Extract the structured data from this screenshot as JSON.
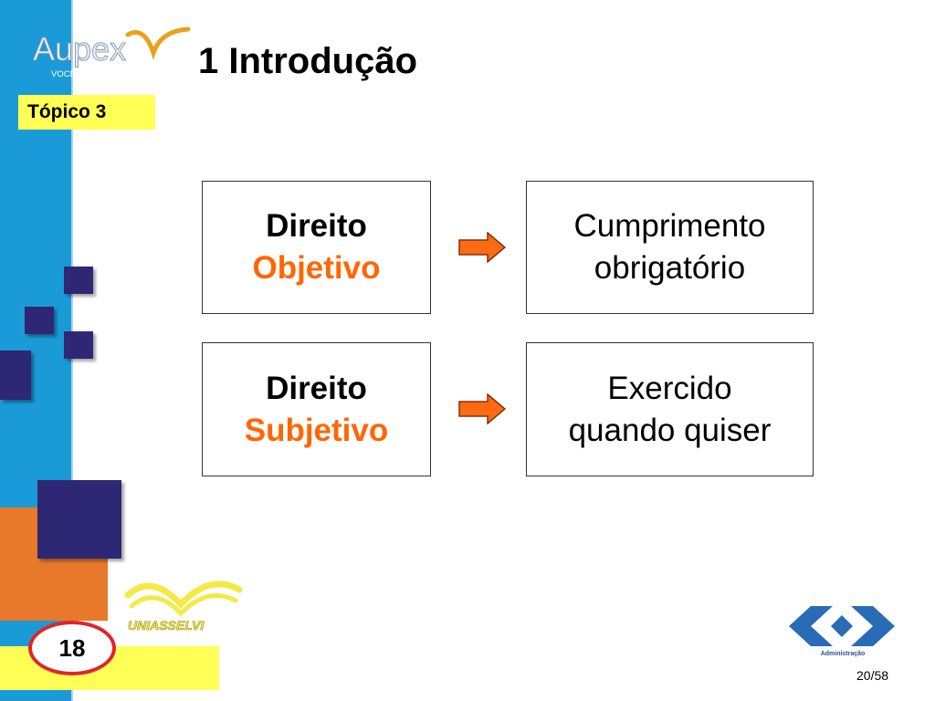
{
  "header": {
    "logo_text": "Aupex",
    "logo_tagline": "VOCÊ SUPERIOR",
    "title": "1 Introdução",
    "topic": "Tópico 3"
  },
  "boxes": [
    {
      "line1": "Direito",
      "line2": "Objetivo"
    },
    {
      "line1": "Cumprimento",
      "line2": "obrigatório"
    },
    {
      "line1": "Direito",
      "line2": "Subjetivo"
    },
    {
      "line1": "Exercido",
      "line2": "quando quiser"
    }
  ],
  "footer": {
    "brand_text": "UNIASSELVI",
    "page_number": "18",
    "admin_label": "Administração",
    "slide_counter": "20/58"
  },
  "colors": {
    "side_blue": "#1a9bd7",
    "navy": "#2e2774",
    "orange": "#ff6600",
    "yellow": "#ffff55",
    "arrow_orange": "#ff6a13"
  },
  "icons": [
    "arrow-right-icon",
    "arrow-right-icon"
  ]
}
